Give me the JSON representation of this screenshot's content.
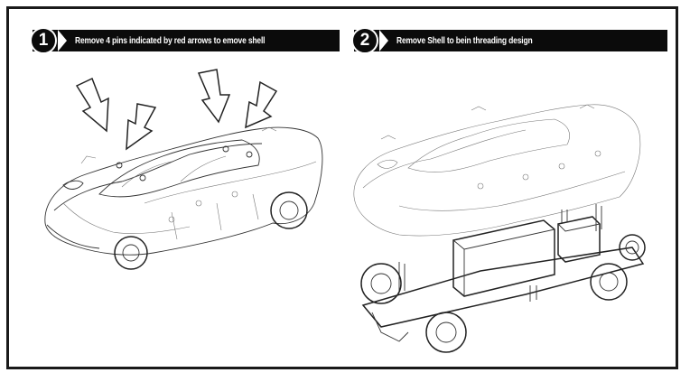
{
  "steps": [
    {
      "number": "1",
      "text": "Remove 4 pins indicated by red arrows to emove shell"
    },
    {
      "number": "2",
      "text": "Remove Shell to bein threading design"
    }
  ],
  "colors": {
    "bar": "#0b0b0b",
    "bar_text": "#ffffff",
    "frame": "#1a1a1a",
    "line_art": "#333333"
  },
  "illustrations": [
    {
      "name": "car-shell-with-pin-arrows",
      "arrow_count": 4
    },
    {
      "name": "shell-lifted-off-chassis"
    }
  ]
}
